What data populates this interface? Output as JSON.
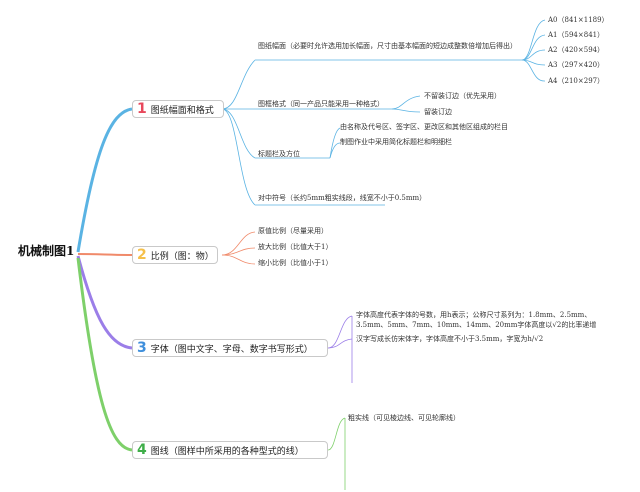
{
  "root": {
    "label": "机械制图1"
  },
  "colors": {
    "b1": "#e8485c",
    "b2": "#f5c04a",
    "b3": "#3f8fdc",
    "b4": "#3fae49",
    "w1": "#5ab3e3",
    "w2": "#f08a6a",
    "w3": "#9b7ee8",
    "w4": "#7ed06a"
  },
  "topics": [
    {
      "num": "1",
      "label": "图纸幅面和格式",
      "children": [
        {
          "label": "图纸幅面（必要时允许选用加长幅面，尺寸由基本幅面的短边成整数倍增加后得出）",
          "children": [
            "A0（841×1189）",
            "A1（594×841）",
            "A2（420×594）",
            "A3（297×420）",
            "A4（210×297）"
          ]
        },
        {
          "label": "图框格式（同一产品只能采用一种格式）",
          "children": [
            "不留装订边（优先采用）",
            "留装订边"
          ]
        },
        {
          "label": "标题栏及方位",
          "children": [
            "由名称及代号区、签字区、更改区和其他区组成的栏目",
            "制图作业中采用简化标题栏和明细栏"
          ]
        },
        {
          "label": "对中符号（长约5mm粗实线段，线宽不小于0.5mm）",
          "children": []
        }
      ]
    },
    {
      "num": "2",
      "label": "比例（图：物）",
      "children": [
        {
          "label": "原值比例（尽量采用）"
        },
        {
          "label": "放大比例（比值大于1）"
        },
        {
          "label": "缩小比例（比值小于1）"
        }
      ]
    },
    {
      "num": "3",
      "label": "字体（图中文字、字母、数字书写形式）",
      "children": [
        {
          "label": "字体高度代表字体的号数，用h表示；公称尺寸系列为：1.8mm、2.5mm、3.5mm、5mm、7mm、10mm、14mm、20mm字体高度以√2的比率递增"
        },
        {
          "label": "汉字写成长仿宋体字，字体高度不小于3.5mm，字宽为h/√2"
        }
      ]
    },
    {
      "num": "4",
      "label": "图线（图样中所采用的各种型式的线）",
      "children": [
        {
          "label": "粗实线（可见棱边线、可见轮廓线）"
        }
      ]
    }
  ]
}
